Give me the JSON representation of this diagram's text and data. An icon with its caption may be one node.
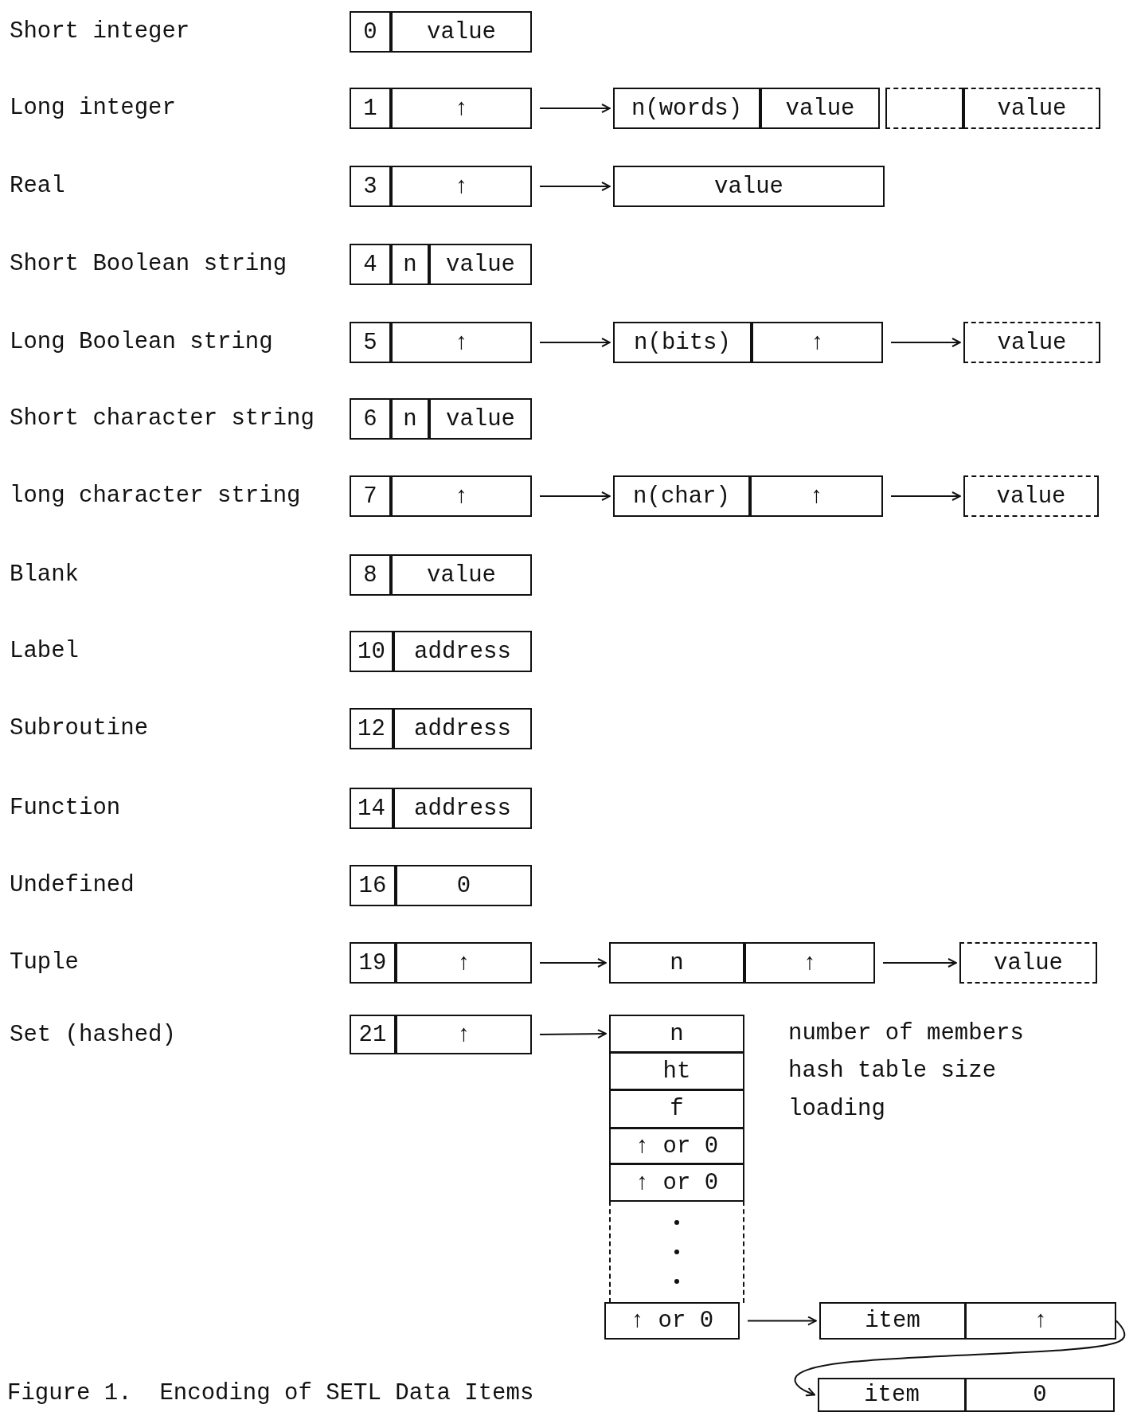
{
  "diagram": {
    "caption": "Figure 1.  Encoding of SETL Data Items",
    "nodes": [
      {
        "text": [
          "0"
        ]
      },
      {
        "text": [
          "value"
        ]
      },
      {
        "text": [
          "1"
        ]
      },
      {
        "text": [
          "↑"
        ]
      },
      {
        "text": [
          "n(words)"
        ]
      },
      {
        "text": [
          "value"
        ]
      },
      {
        "text": [],
        "shape": "box"
      },
      {
        "text": [
          "value"
        ]
      },
      {
        "text": [
          "3"
        ]
      },
      {
        "text": [
          "↑"
        ]
      },
      {
        "text": [
          "value"
        ]
      },
      {
        "text": [
          "4"
        ]
      },
      {
        "text": [
          "n"
        ]
      },
      {
        "text": [
          "value"
        ]
      },
      {
        "text": [
          "5"
        ]
      },
      {
        "text": [
          "↑"
        ]
      },
      {
        "text": [
          "n(bits)"
        ]
      },
      {
        "text": [
          "↑"
        ]
      },
      {
        "text": [
          "value"
        ]
      },
      {
        "text": [
          "6"
        ]
      },
      {
        "text": [
          "n"
        ]
      },
      {
        "text": [
          "value"
        ]
      },
      {
        "text": [
          "7"
        ]
      },
      {
        "text": [
          "↑"
        ]
      },
      {
        "text": [
          "n(char)"
        ]
      },
      {
        "text": [
          "↑"
        ]
      },
      {
        "text": [
          "value"
        ]
      },
      {
        "text": [
          "8"
        ]
      },
      {
        "text": [
          "value"
        ]
      },
      {
        "text": [
          "10"
        ]
      },
      {
        "text": [
          "address"
        ]
      },
      {
        "text": [
          "12"
        ]
      },
      {
        "text": [
          "address"
        ]
      },
      {
        "text": [
          "14"
        ]
      },
      {
        "text": [
          "address"
        ]
      },
      {
        "text": [
          "16"
        ]
      },
      {
        "text": [
          "0"
        ]
      },
      {
        "text": [
          "19"
        ]
      },
      {
        "text": [
          "↑"
        ]
      },
      {
        "text": [
          "n"
        ]
      },
      {
        "text": [
          "↑"
        ]
      },
      {
        "text": [
          "value"
        ]
      },
      {
        "text": [
          "21"
        ]
      },
      {
        "text": [
          "↑"
        ]
      },
      {
        "text": [
          "n"
        ],
        "beside": [
          "number of members"
        ]
      },
      {
        "text": [
          "ht"
        ],
        "beside": [
          "hash table size"
        ]
      },
      {
        "text": [
          "f"
        ],
        "beside": [
          "loading"
        ]
      },
      {
        "text": [
          "↑ or 0"
        ]
      },
      {
        "text": [
          "↑ or 0"
        ]
      },
      {
        "text": [],
        "shape": "box"
      },
      {
        "text": [
          "↑ or 0"
        ]
      },
      {
        "text": [
          "item"
        ]
      },
      {
        "text": [
          "↑"
        ]
      },
      {
        "text": [
          "item"
        ]
      },
      {
        "text": [
          "0"
        ]
      }
    ],
    "edges": [
      {
        "from": 3,
        "to": 4,
        "arrow": "to"
      },
      {
        "from": 9,
        "to": 10,
        "arrow": "to"
      },
      {
        "from": 15,
        "to": 16,
        "arrow": "to"
      },
      {
        "from": 17,
        "to": 18,
        "arrow": "to"
      },
      {
        "from": 23,
        "to": 24,
        "arrow": "to"
      },
      {
        "from": 25,
        "to": 26,
        "arrow": "to"
      },
      {
        "from": 38,
        "to": 39,
        "arrow": "to"
      },
      {
        "from": 40,
        "to": 41,
        "arrow": "to"
      },
      {
        "from": 43,
        "to": 44,
        "arrow": "to"
      },
      {
        "from": 50,
        "to": 51,
        "arrow": "to"
      },
      {
        "from": 52,
        "to": 53,
        "arrow": "to"
      }
    ],
    "labels": [
      "Short integer",
      "Long integer",
      "Real",
      "Short Boolean string",
      "Long Boolean string",
      "Short character string",
      "long character string",
      "Blank",
      "Label",
      "Subroutine",
      "Function",
      "Undefined",
      "Tuple",
      "Set (hashed)"
    ]
  }
}
